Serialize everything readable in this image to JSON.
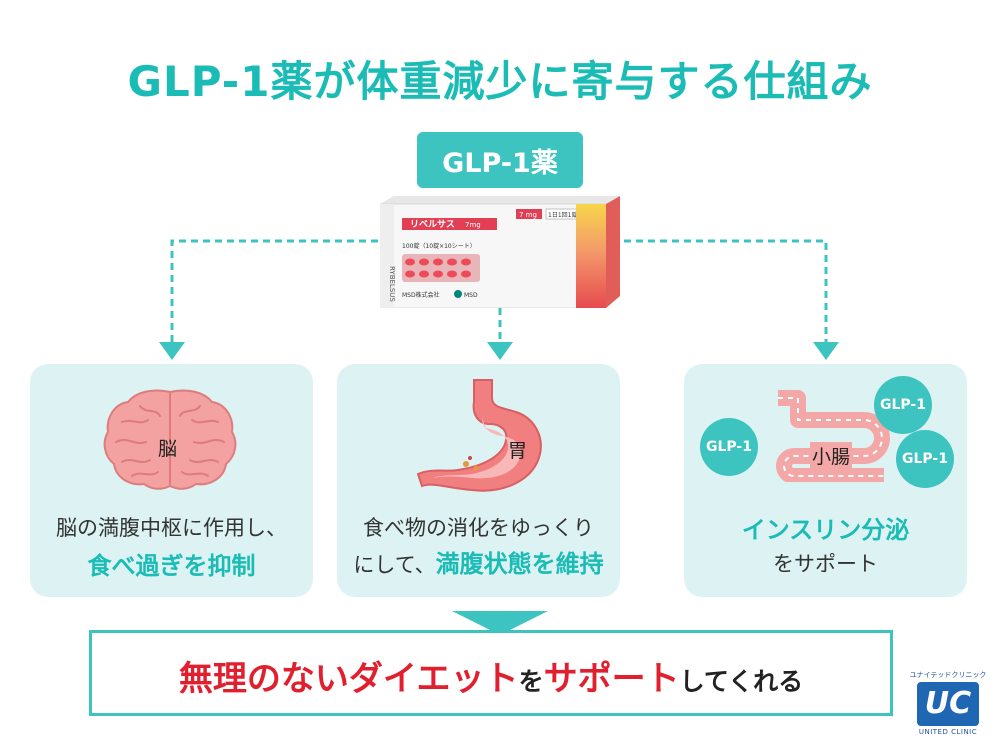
{
  "title": "GLP-1薬が体重減少に寄与する仕組み",
  "drug_badge": "GLP-1薬",
  "package": {
    "brand": "リベルサス",
    "dose": "7mg",
    "dose_box": "7 mg",
    "frequency": "1日1回1錠",
    "count": "100錠（10錠×10シート）",
    "maker": "MSD株式会社",
    "msd_logo": "MSD",
    "spine": "RYBELSUS"
  },
  "cards": [
    {
      "organ_label": "脳",
      "line1": "脳の満腹中枢に作用し、",
      "line2": "食べ過ぎを抑制",
      "icon": "brain-icon"
    },
    {
      "organ_label": "胃",
      "line1": "食べ物の消化をゆっくり",
      "line2_prefix": "にして、",
      "line2_em": "満腹状態を維持",
      "icon": "stomach-icon"
    },
    {
      "organ_label": "小腸",
      "glp_bubbles": [
        "GLP-1",
        "GLP-1",
        "GLP-1"
      ],
      "line1": "インスリン分泌",
      "line2": "をサポート",
      "icon": "intestine-icon"
    }
  ],
  "bottom": {
    "part1": "無理のないダイエット",
    "part2": "を",
    "part3": "サポート",
    "part4": "してくれる"
  },
  "logo": {
    "top_text": "ユナイテッドクリニック",
    "mark": "UC",
    "bottom_text": "UNITED CLINIC"
  },
  "colors": {
    "accent": "#1bbcb6",
    "badge": "#3ec4c0",
    "card_bg": "#ddf3f3",
    "highlight": "#e0202e"
  }
}
